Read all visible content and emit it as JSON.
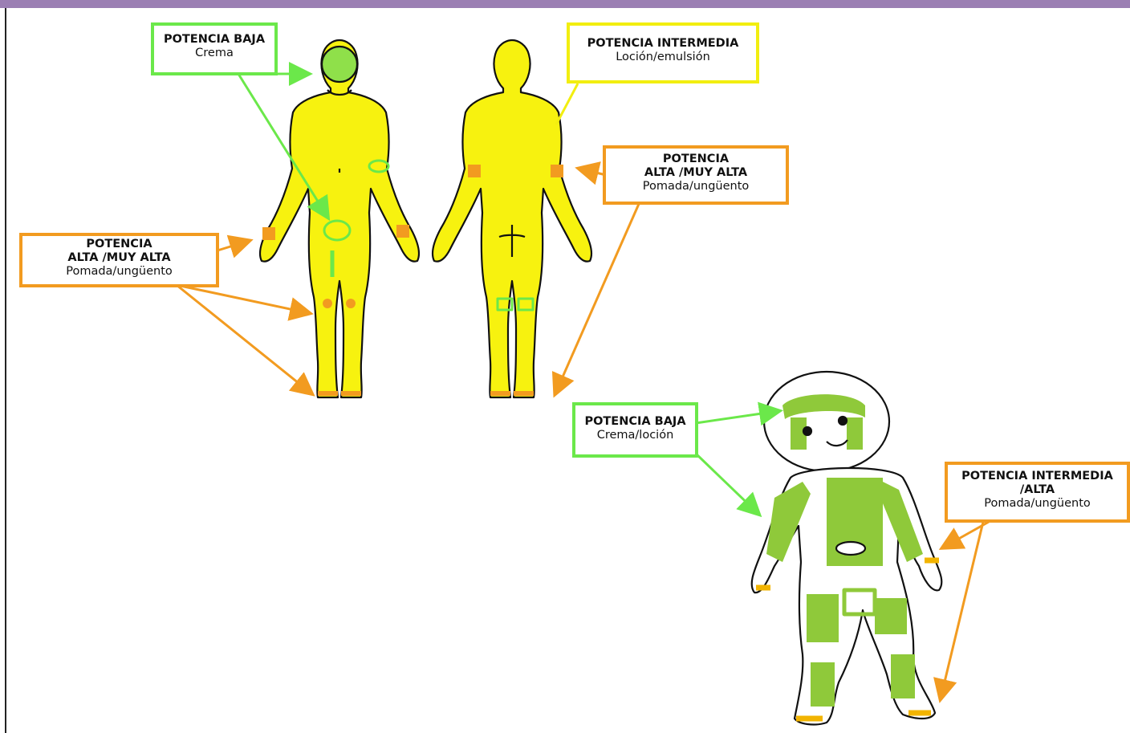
{
  "labels": {
    "adult_low": {
      "title": "POTENCIA BAJA",
      "subtitle": "Crema"
    },
    "adult_mid": {
      "title": "POTENCIA INTERMEDIA",
      "subtitle": "Loción/emulsión"
    },
    "adult_high_right": {
      "title_1": "POTENCIA",
      "title_2": "ALTA /MUY ALTA",
      "subtitle": "Pomada/ungüento"
    },
    "adult_high_left": {
      "title_1": "POTENCIA",
      "title_2": "ALTA /MUY ALTA",
      "subtitle": "Pomada/ungüento"
    },
    "child_low": {
      "title": "POTENCIA BAJA",
      "subtitle": "Crema/loción"
    },
    "child_mid": {
      "title_1": "POTENCIA INTERMEDIA",
      "title_2": "/ALTA",
      "subtitle": "Pomada/ungüento"
    }
  },
  "colors": {
    "low": "#6be84a",
    "intermediate": "#f2ee10",
    "high": "#f29b20",
    "child_fill": "#8fc93a",
    "adult_fill": "#f7f20f",
    "header": "#9b7fb3"
  }
}
